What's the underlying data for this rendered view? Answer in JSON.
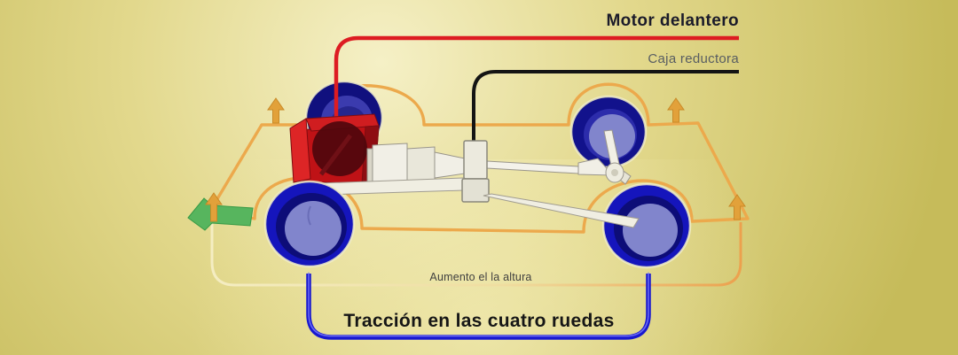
{
  "labels": {
    "front_engine": "Motor delantero",
    "reduction_gearbox": "Caja reductora",
    "height_increase": "Aumento el la altura",
    "four_wheel_drive": "Tracción en las cuatro ruedas"
  },
  "icons": {
    "up_arrows": "orange-up-arrow (vehicle lift indicator), 4 instances",
    "direction_arrow": "green-left-arrow (direction of travel)"
  },
  "colors": {
    "background_gold": "#c6bb5a",
    "background_highlight": "#f5f0c6",
    "chassis_outline": "#eca94c",
    "engine_red": "#bf1216",
    "engine_red_light": "#dd2526",
    "engine_red_top": "#d01d20",
    "engine_red_dark": "#8e0d12",
    "flywheel_maroon": "#4c070c",
    "wheel_blue_outer": "#1515bc",
    "wheel_navy_ring": "#0d0d78",
    "wheel_inner_periwinkle": "#8185cc",
    "driveline_white": "#f1efe6",
    "red_callout": "#dd1c22",
    "black_callout": "#141414",
    "blue_bracket": "#1818cf",
    "green_arrow": "#57b55e",
    "orange_arrow": "#e2a13a",
    "label_dark": "#1b1b2a",
    "label_gray": "#585d62",
    "label_small_gray": "#3f3f3f",
    "label_black": "#161616"
  }
}
